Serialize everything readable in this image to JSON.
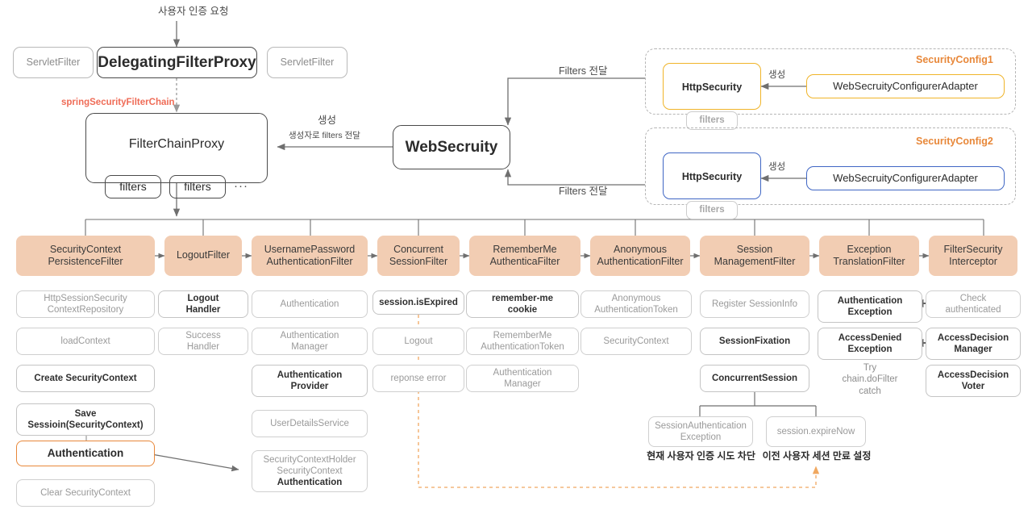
{
  "diagram": {
    "title": "Spring Security Filter Architecture",
    "colors": {
      "filter_fill": "#f2cdb3",
      "accent_orange": "#e8883a",
      "accent_red": "#ef6c57",
      "config1_border": "#f0b429",
      "config2_border": "#3f66c4",
      "wire_grey": "#6f6f6f"
    }
  },
  "top": {
    "request_label": "사용자 인증 요청",
    "servlet_filter_left": "ServletFilter",
    "delegating_filter_proxy": "DelegatingFilterProxy",
    "servlet_filter_right": "ServletFilter",
    "spring_security_filter_chain": "springSecurityFilterChain",
    "filter_chain_proxy": "FilterChainProxy",
    "filters_a": "filters",
    "filters_b": "filters",
    "ellipsis": "···",
    "web_security": "WebSecruity",
    "create_label": "생성",
    "create_sub_label": "생성자로 filters 전달",
    "filters_pass_top": "Filters 전달",
    "filters_pass_bottom": "Filters 전달"
  },
  "configs": [
    {
      "name": "SecurityConfig1",
      "http_security": "HttpSecurity",
      "filters": "filters",
      "create_label": "생성",
      "adapter": "WebSecruityConfigurerAdapter"
    },
    {
      "name": "SecurityConfig2",
      "http_security": "HttpSecurity",
      "filters": "filters",
      "create_label": "생성",
      "adapter": "WebSecruityConfigurerAdapter"
    }
  ],
  "filter_chain": [
    {
      "id": "security-context-persistence-filter",
      "label": "SecurityContext\nPersistenceFilter",
      "items": [
        {
          "label": "HttpSessionSecurity\nContextRepository",
          "style": "plain"
        },
        {
          "label": "loadContext",
          "style": "plain"
        },
        {
          "label": "Create SecurityContext",
          "style": "strong"
        },
        {
          "label": "Save\nSessioin(SecurityContext)",
          "style": "strong"
        },
        {
          "label": "Authentication",
          "style": "accent"
        },
        {
          "label": "Clear SecurityContext",
          "style": "plain"
        }
      ]
    },
    {
      "id": "logout-filter",
      "label": "LogoutFilter",
      "items": [
        {
          "label": "Logout\nHandler",
          "style": "strong"
        },
        {
          "label": "Success\nHandler",
          "style": "plain"
        }
      ]
    },
    {
      "id": "username-password-authentication-filter",
      "label": "UsernamePassword\nAuthenticationFilter",
      "items": [
        {
          "label": "Authentication",
          "style": "plain"
        },
        {
          "label": "Authentication\nManager",
          "style": "plain"
        },
        {
          "label": "Authentication\nProvider",
          "style": "strong"
        },
        {
          "label": "UserDetailsService",
          "style": "plain"
        },
        {
          "label": "SecurityContextHolder\nSecurityContext\nAuthentication",
          "style": "mixed"
        }
      ]
    },
    {
      "id": "concurrent-session-filter",
      "label": "Concurrent\nSessionFilter",
      "items": [
        {
          "label": "session.isExpired",
          "style": "strong"
        },
        {
          "label": "Logout",
          "style": "plain"
        },
        {
          "label": "reponse error",
          "style": "plain"
        }
      ]
    },
    {
      "id": "remember-me-authentica-filter",
      "label": "RememberMe\nAuthenticaFilter",
      "items": [
        {
          "label": "remember-me\ncookie",
          "style": "strong"
        },
        {
          "label": "RememberMe\nAuthenticationToken",
          "style": "plain"
        },
        {
          "label": "Authentication\nManager",
          "style": "plain"
        }
      ]
    },
    {
      "id": "anonymous-authentication-filter",
      "label": "Anonymous\nAuthenticationFilter",
      "items": [
        {
          "label": "Anonymous\nAuthenticationToken",
          "style": "plain"
        },
        {
          "label": "SecurityContext",
          "style": "plain"
        }
      ]
    },
    {
      "id": "session-management-filter",
      "label": "Session\nManagementFilter",
      "items": [
        {
          "label": "Register SessionInfo",
          "style": "plain"
        },
        {
          "label": "SessionFixation",
          "style": "strong"
        },
        {
          "label": "ConcurrentSession",
          "style": "strong"
        }
      ]
    },
    {
      "id": "exception-translation-filter",
      "label": "Exception\nTranslationFilter",
      "items": [
        {
          "label": "Authentication\nException",
          "style": "strong"
        },
        {
          "label": "AccessDenied\nException",
          "style": "strong"
        }
      ]
    },
    {
      "id": "filter-security-interceptor",
      "label": "FilterSecurity\nInterceptor",
      "items": [
        {
          "label": "Check\nauthenticated",
          "style": "plain"
        },
        {
          "label": "AccessDecision\nManager",
          "style": "strong"
        },
        {
          "label": "AccessDecision\nVoter",
          "style": "strong"
        }
      ]
    }
  ],
  "session_branch": {
    "exception_box": "SessionAuthentication\nException",
    "exception_caption": "현재 사용자 인증 시도 차단",
    "expire_box": "session.expireNow",
    "expire_caption": "이전 사용자 세션 만료 설정"
  },
  "exception_notes": {
    "try_catch": "Try\nchain.doFilter\ncatch"
  }
}
